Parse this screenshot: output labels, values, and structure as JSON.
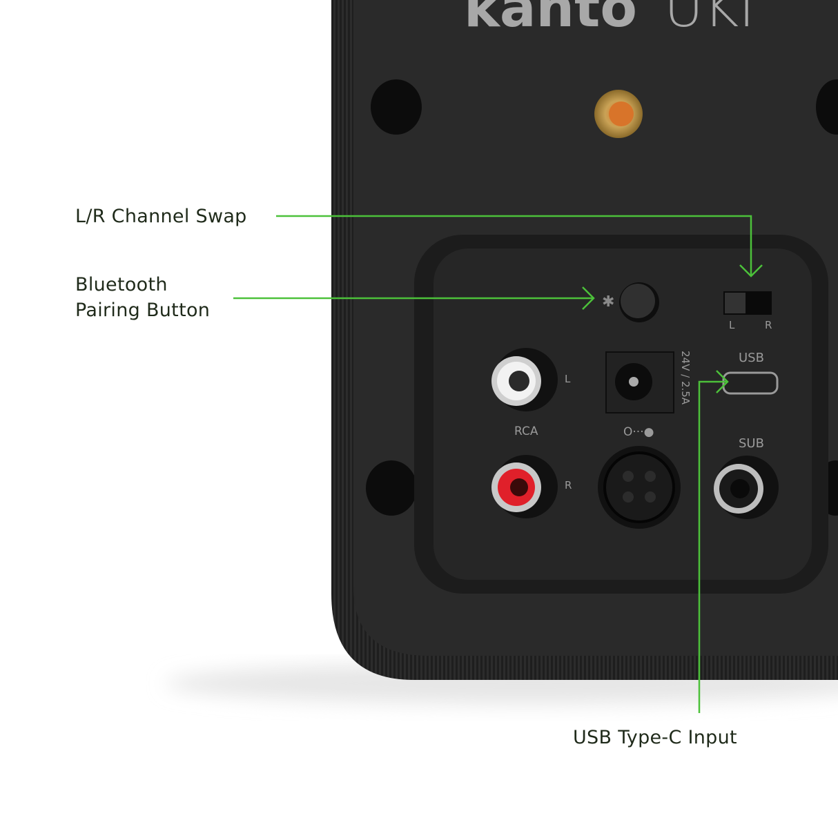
{
  "product": {
    "logo_text": "kanto UKI",
    "panel_labels": {
      "switch_left": "L",
      "switch_right": "R",
      "usb": "USB",
      "rca": "RCA",
      "rca_left": "L",
      "rca_right": "R",
      "power_rating": "24V / 2.5A",
      "link_symbol": "O···●",
      "sub": "SUB"
    }
  },
  "callouts": {
    "channel_swap": "L/R Channel Swap",
    "bluetooth_line1": "Bluetooth",
    "bluetooth_line2": "Pairing Button",
    "usb_input": "USB Type-C Input"
  },
  "colors": {
    "callout_line": "#4cc13a",
    "speaker_body": "#2a2a2a",
    "rca_left": "#e8e8e8",
    "rca_right": "#e0202a",
    "text": "#1f2a1a"
  }
}
